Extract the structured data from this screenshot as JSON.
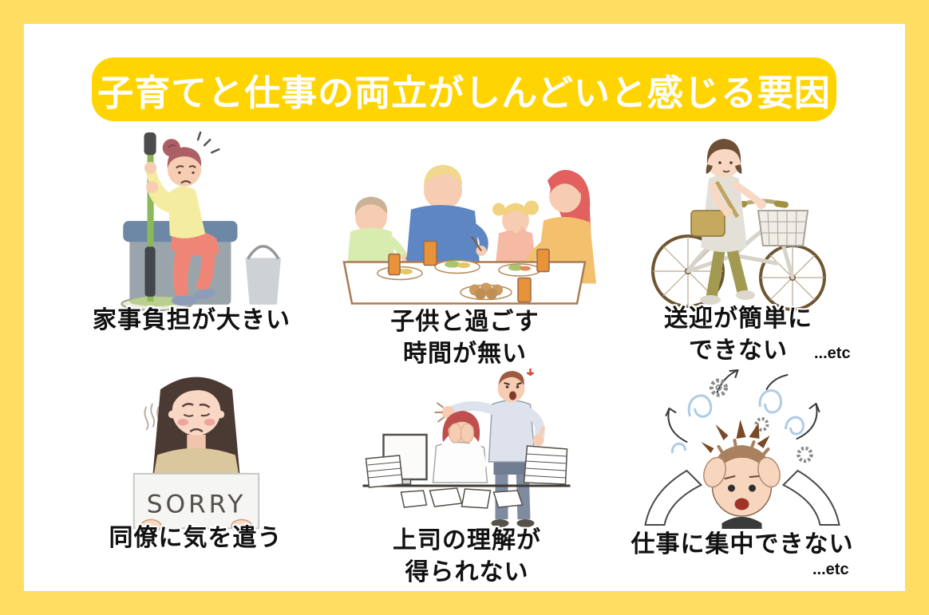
{
  "title": {
    "text": "子育てと仕事の両立がしんどいと感じる要因"
  },
  "colors": {
    "frame": "#FFDC62",
    "banner": "#FFD400",
    "panel": "#FFFFFF",
    "text": "#111111"
  },
  "cells": [
    {
      "name": "housework-burden",
      "line1": "家事負担が大きい",
      "line2": "",
      "etc": ""
    },
    {
      "name": "time-with-children",
      "line1": "子供と過ごす",
      "line2": "時間が無い",
      "etc": ""
    },
    {
      "name": "pickup-dropoff",
      "line1": "送迎が簡単に",
      "line2": "できない",
      "etc": "...etc"
    },
    {
      "name": "coworker-consideration",
      "line1": "同僚に気を遣う",
      "line2": "",
      "etc": ""
    },
    {
      "name": "boss-understanding",
      "line1": "上司の理解が",
      "line2": "得られない",
      "etc": ""
    },
    {
      "name": "work-concentration",
      "line1": "仕事に集中できない",
      "line2": "",
      "etc": "...etc"
    }
  ],
  "sign_text": "SORRY"
}
